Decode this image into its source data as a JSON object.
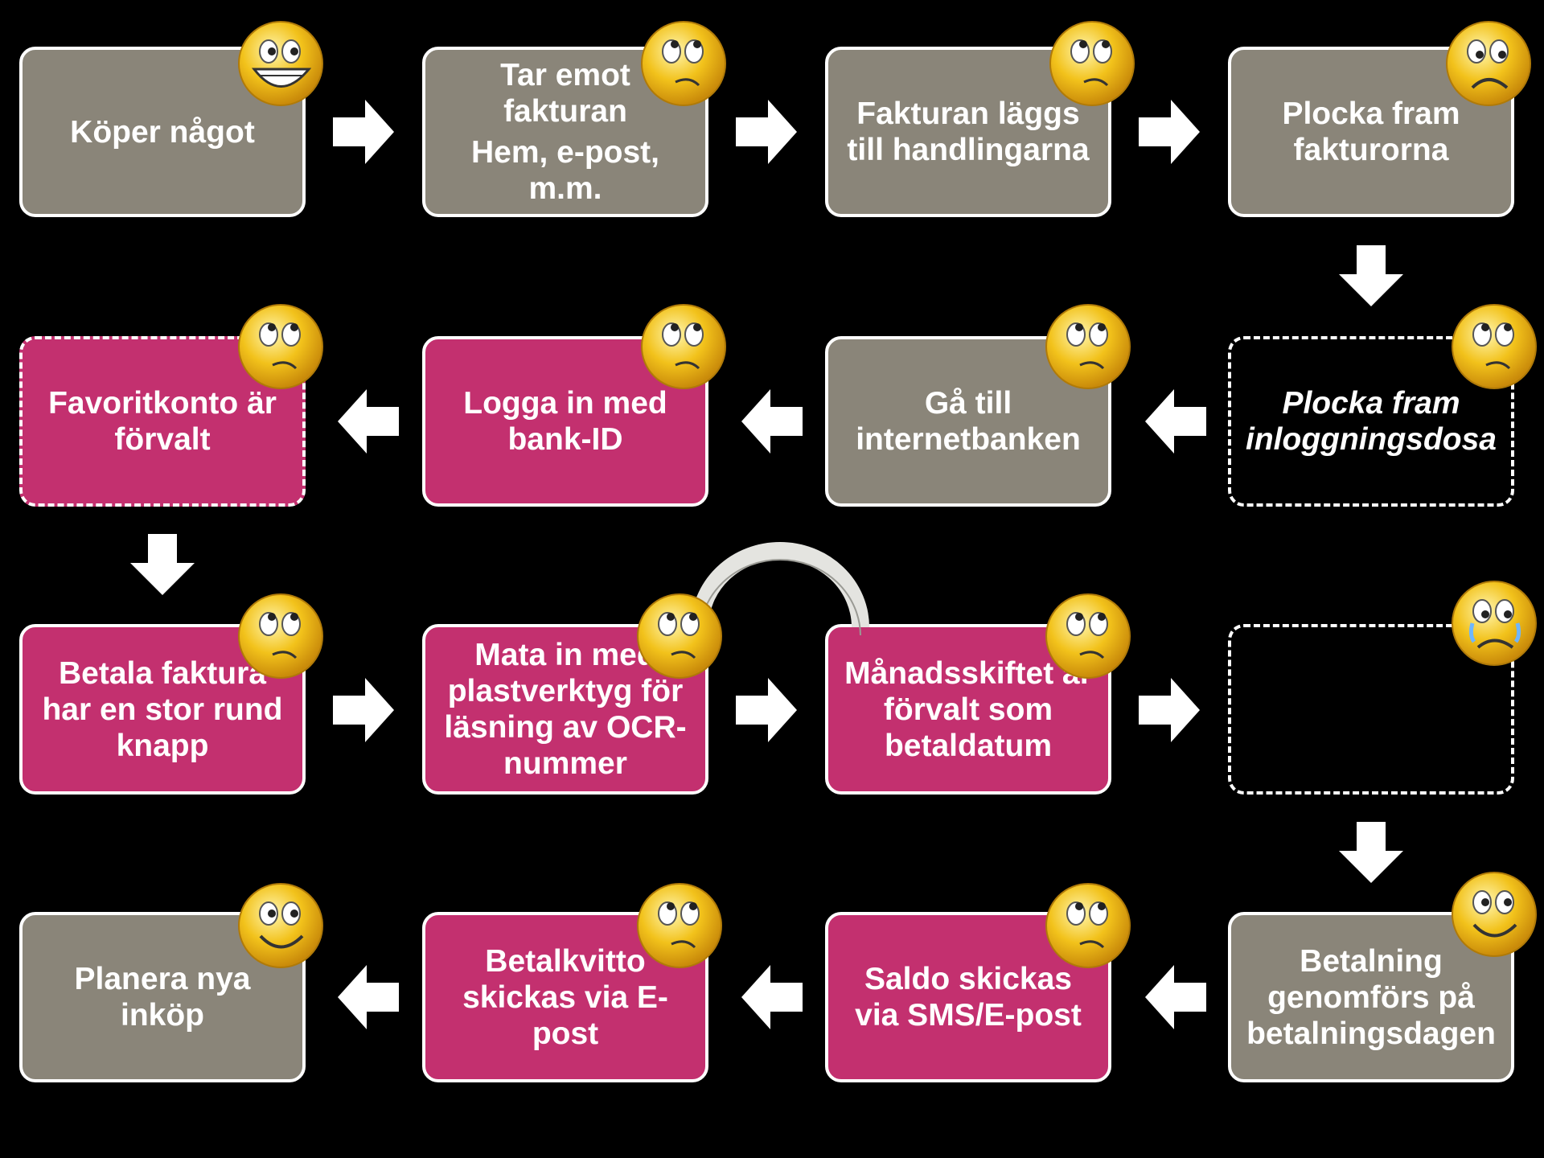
{
  "boxes": [
    {
      "id": "box-1",
      "lines": "Köper något",
      "sub": "",
      "style": "gray",
      "mood": "grin"
    },
    {
      "id": "box-2",
      "lines": "Tar emot\nfakturan",
      "sub": "Hem, e-post,\nm.m.",
      "style": "gray",
      "mood": "roll"
    },
    {
      "id": "box-3",
      "lines": "Fakturan läggs\ntill handlingarna",
      "sub": "",
      "style": "gray",
      "mood": "roll"
    },
    {
      "id": "box-4",
      "lines": "Plocka fram\nfakturorna",
      "sub": "",
      "style": "gray",
      "mood": "sad"
    },
    {
      "id": "box-5",
      "lines": "Plocka fram\ninloggningsdosa",
      "sub": "",
      "style": "dashed-black-italic",
      "mood": "roll"
    },
    {
      "id": "box-6",
      "lines": "Gå till\ninternetbanken",
      "sub": "",
      "style": "gray",
      "mood": "roll"
    },
    {
      "id": "box-7",
      "lines": "Logga in med\nbank-ID",
      "sub": "",
      "style": "pink",
      "mood": "roll"
    },
    {
      "id": "box-8",
      "lines": "Favoritkonto är\nförvalt",
      "sub": "",
      "style": "pink-dashed",
      "mood": "roll"
    },
    {
      "id": "box-9",
      "lines": "Betala faktura\nhar en stor rund\nknapp",
      "sub": "",
      "style": "pink",
      "mood": "roll"
    },
    {
      "id": "box-10",
      "lines": "Mata in med\nplastverktyg för\nläsning av OCR-\nnummer",
      "sub": "",
      "style": "pink",
      "mood": "roll"
    },
    {
      "id": "box-11",
      "lines": "Månadsskiftet är\nförvalt som\nbetaldatum",
      "sub": "",
      "style": "pink",
      "mood": "roll"
    },
    {
      "id": "box-12",
      "lines": "",
      "sub": "",
      "style": "dashed-black",
      "mood": "cry"
    },
    {
      "id": "box-13",
      "lines": "Betalning\ngenomförs på\nbetalningsdagen",
      "sub": "",
      "style": "gray",
      "mood": "smile"
    },
    {
      "id": "box-14",
      "lines": "Saldo skickas\nvia SMS/E-post",
      "sub": "",
      "style": "pink",
      "mood": "roll"
    },
    {
      "id": "box-15",
      "lines": "Betalkvitto\nskickas via E-\npost",
      "sub": "",
      "style": "pink",
      "mood": "roll"
    },
    {
      "id": "box-16",
      "lines": "Planera nya\ninköp",
      "sub": "",
      "style": "gray",
      "mood": "smile"
    }
  ],
  "colors": {
    "gray": "#8a8579",
    "pink": "#c3306f",
    "background": "#000000",
    "arrow": "#ffffff",
    "emoji": "#f2c21b"
  }
}
